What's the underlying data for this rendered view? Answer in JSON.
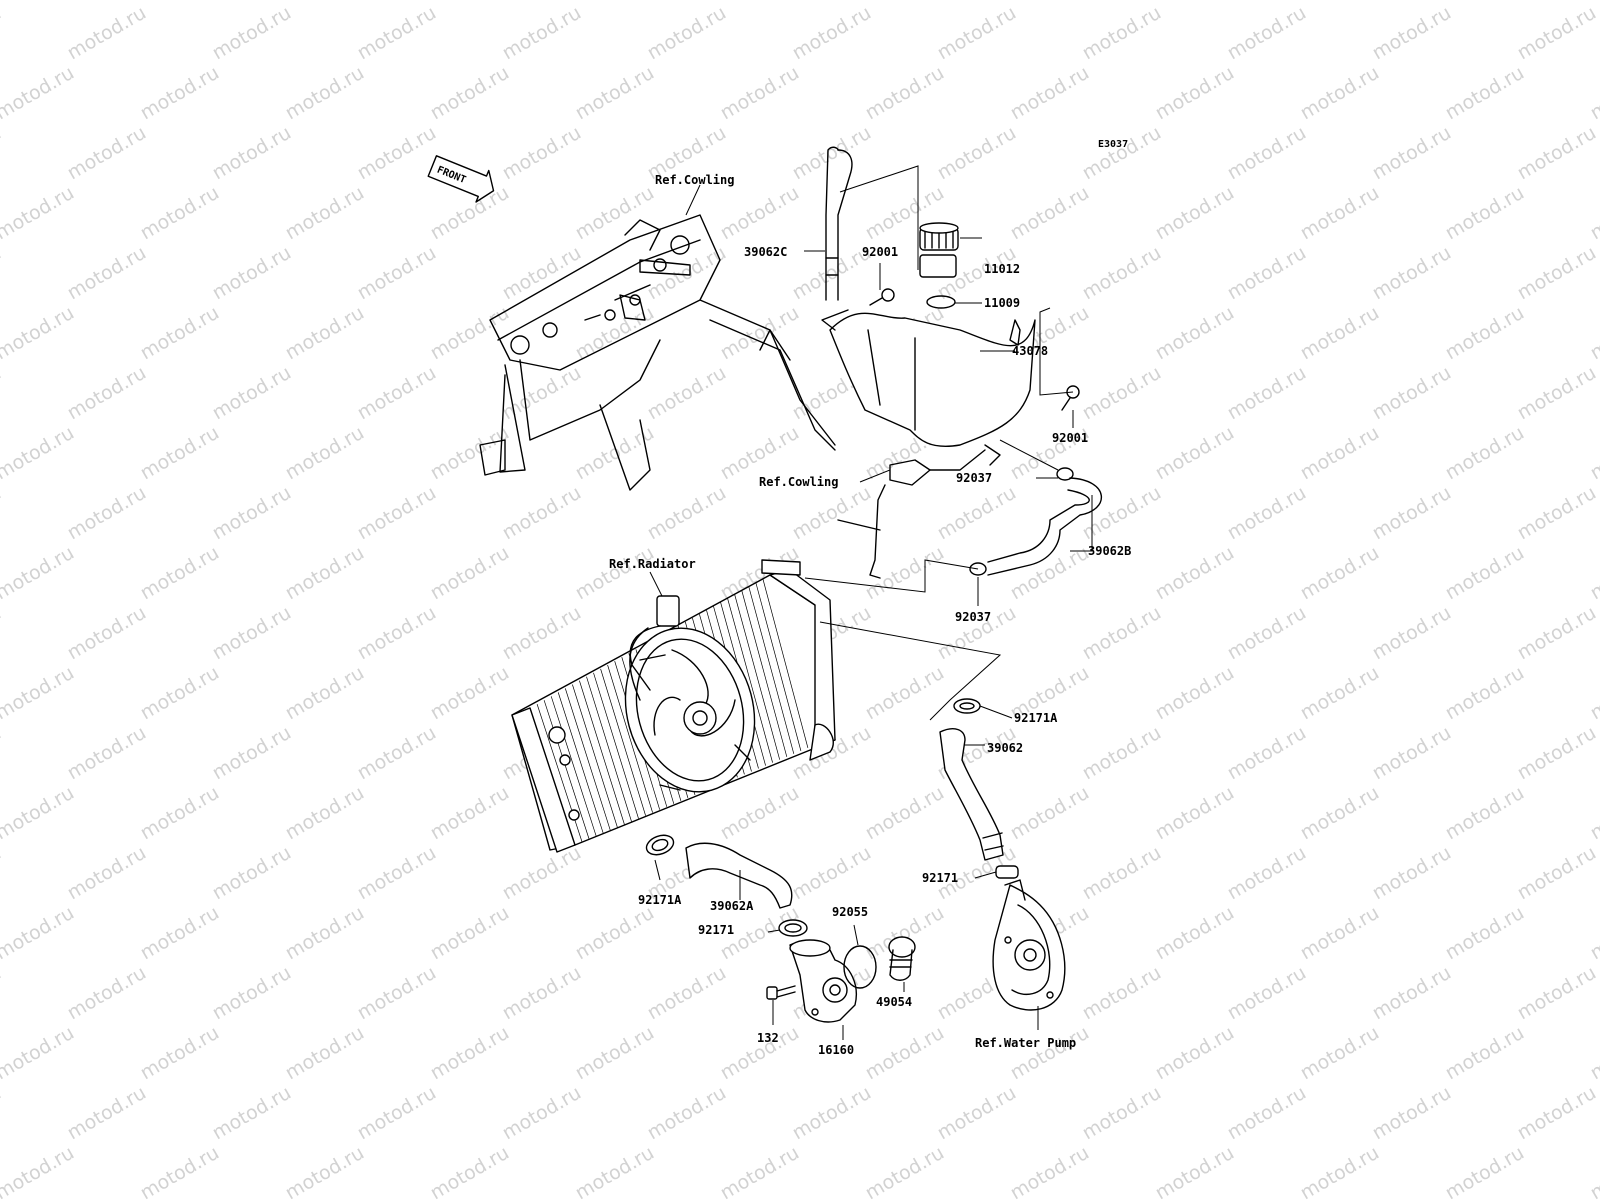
{
  "diagram": {
    "code": "E3037",
    "front_label": "FRONT",
    "watermark": "motod.ru",
    "callouts": {
      "ref_cowling_top": "Ref.Cowling",
      "ref_cowling_mid": "Ref.Cowling",
      "ref_radiator": "Ref.Radiator",
      "ref_water_pump": "Ref.Water Pump",
      "p39062C": "39062C",
      "p92001_top": "92001",
      "p11012": "11012",
      "p11009": "11009",
      "p43078": "43078",
      "p92001_right": "92001",
      "p92037_top": "92037",
      "p39062B": "39062B",
      "p92037_bottom": "92037",
      "p92171A_right": "92171A",
      "p39062": "39062",
      "p92171_right": "92171",
      "p92171A_left": "92171A",
      "p39062A": "39062A",
      "p92055": "92055",
      "p92171_left": "92171",
      "p49054": "49054",
      "p132": "132",
      "p16160": "16160"
    }
  }
}
